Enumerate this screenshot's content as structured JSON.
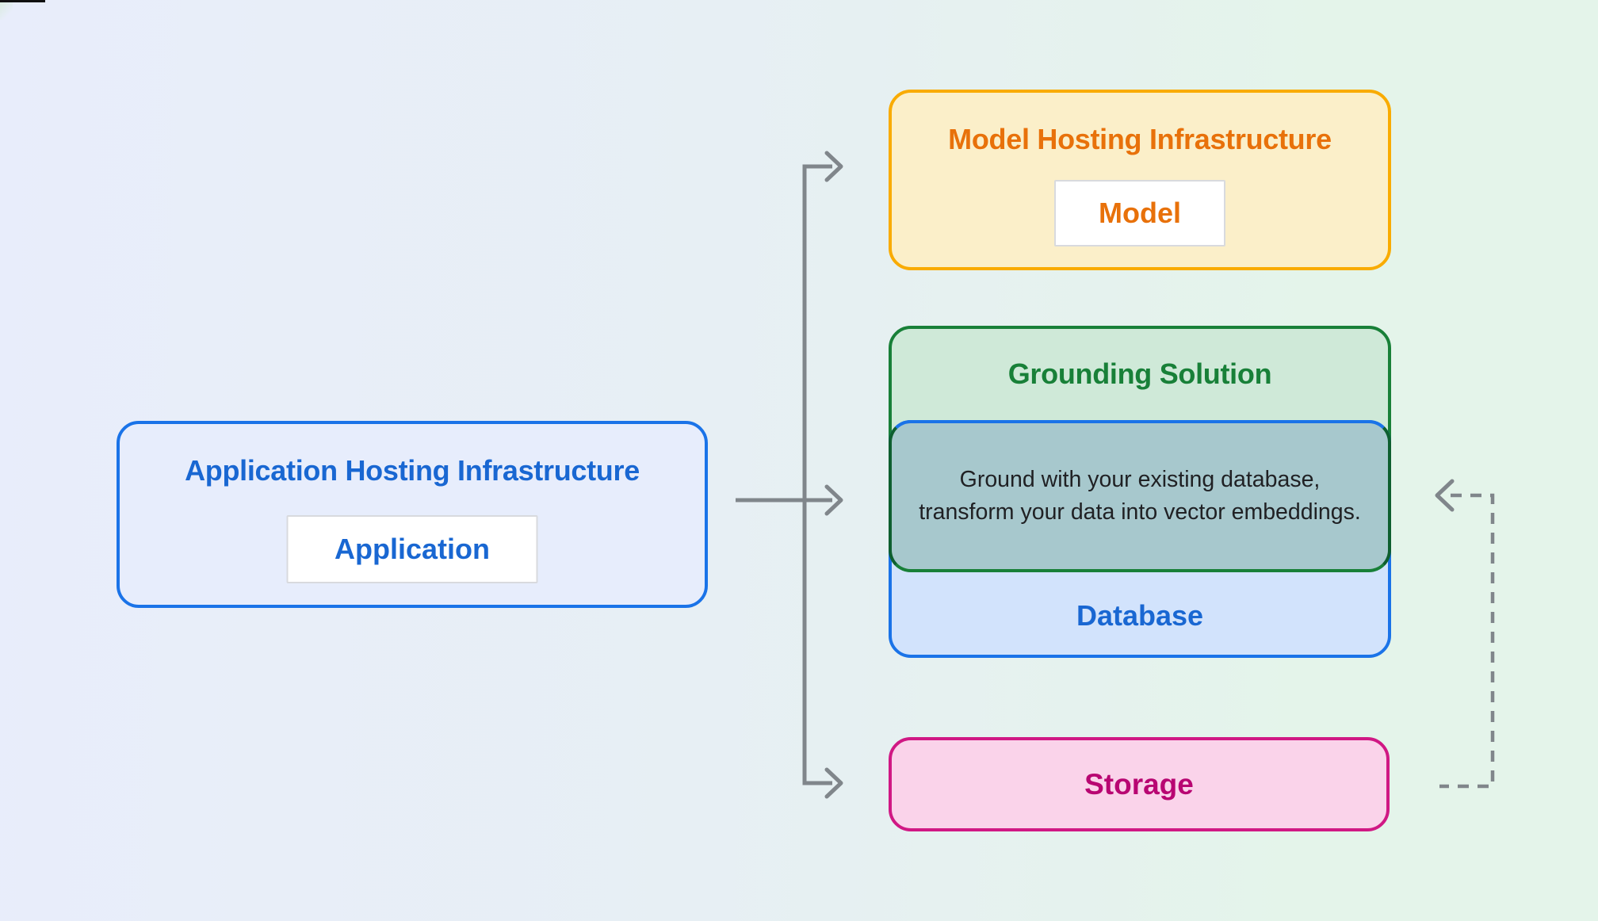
{
  "diagram": {
    "app_box": {
      "title": "Application Hosting Infrastructure",
      "chip_label": "Application"
    },
    "model_box": {
      "title": "Model Hosting Infrastructure",
      "chip_label": "Model"
    },
    "grounding_box": {
      "title": "Grounding Solution",
      "description": "Ground with your existing database, transform your data into vector embeddings."
    },
    "database_box": {
      "label": "Database"
    },
    "storage_box": {
      "label": "Storage"
    }
  },
  "colors": {
    "canvas_left": "#E8EDFB",
    "canvas_right": "#E4F4EA",
    "app_border": "#1A73E8",
    "app_bg": "#E7EDFC",
    "app_text": "#1967D2",
    "model_border": "#F9AB00",
    "model_bg": "#FBEFC9",
    "model_text": "#E8710A",
    "grounding_border": "#188038",
    "grounding_bg": "#CFE9D8",
    "grounding_text": "#188038",
    "database_border": "#1A73E8",
    "database_bg": "#D2E3FC",
    "database_text": "#1967D2",
    "overlap_bg": "#A7C8CD",
    "overlap_side_border": "#0E5F2F",
    "overlap_text": "#202124",
    "storage_border": "#D01884",
    "storage_bg": "#FAD3EA",
    "storage_text": "#B80672",
    "chip_bg": "#FFFFFF",
    "chip_border": "#D8DADE",
    "arrow": "#80868B"
  }
}
